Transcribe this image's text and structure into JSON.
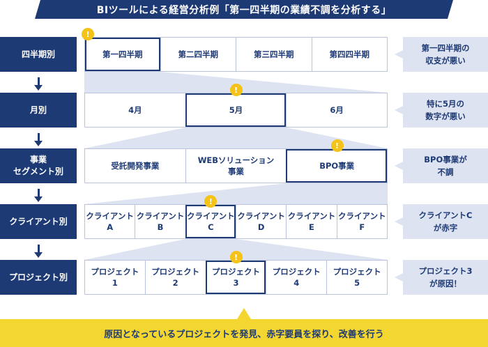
{
  "title": "BIツールによる経営分析例「第一四半期の業績不調を分析する」",
  "colors": {
    "navy": "#1e3a75",
    "warning": "#f3c319",
    "highlight_bar": "#f3d62f",
    "callout_bg": "#dde3f0"
  },
  "warning_icon": {
    "name": "exclamation-icon",
    "glyph": "!"
  },
  "levels": [
    {
      "label": "四半期別",
      "cells": [
        "第一四半期",
        "第二四半期",
        "第三四半期",
        "第四四半期"
      ],
      "highlight": 0,
      "note": "第一四半期の\n収支が悪い"
    },
    {
      "label": "月別",
      "cells": [
        "4月",
        "5月",
        "6月"
      ],
      "highlight": 1,
      "note": "特に5月の\n数字が悪い"
    },
    {
      "label": "事業\nセグメント別",
      "cells": [
        "受託開発事業",
        "WEBソリューション\n事業",
        "BPO事業"
      ],
      "highlight": 2,
      "note": "BPO事業が\n不調"
    },
    {
      "label": "クライアント別",
      "cells": [
        "クライアント\nA",
        "クライアント\nB",
        "クライアント\nC",
        "クライアント\nD",
        "クライアント\nE",
        "クライアント\nF"
      ],
      "highlight": 2,
      "note": "クライアントC\nが赤字"
    },
    {
      "label": "プロジェクト別",
      "cells": [
        "プロジェクト\n1",
        "プロジェクト\n2",
        "プロジェクト\n3",
        "プロジェクト\n4",
        "プロジェクト\n5"
      ],
      "highlight": 2,
      "note": "プロジェクト3\nが原因！"
    }
  ],
  "bottom_message": "原因となっているプロジェクトを発見、赤字要員を探り、改善を行う"
}
